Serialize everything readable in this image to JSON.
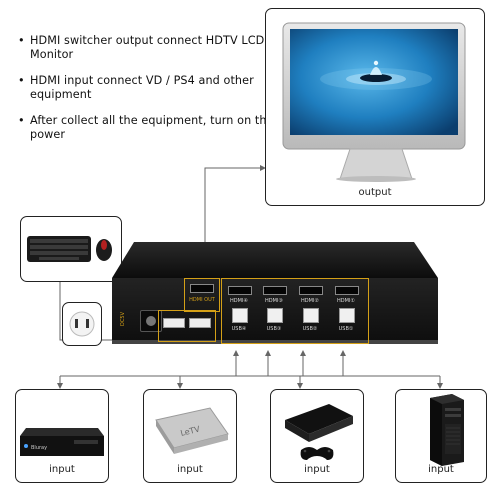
{
  "bullets": [
    "HDMI switcher output connect HDTV LCD Monitor",
    "HDMI input connect VD / PS4 and other equipment",
    "After collect all the equipment, turn on the power"
  ],
  "monitor": {
    "caption": "output"
  },
  "switcher": {
    "hdmi_out_label": "HDMI OUT",
    "hdmi_ports": [
      "HDMI④",
      "HDMI③",
      "HDMI②",
      "HDMI①"
    ],
    "usb_ports": [
      "USB④",
      "USB③",
      "USB②",
      "USB①"
    ],
    "dc_label": "DC5V"
  },
  "inputs": [
    {
      "caption": "input",
      "device": "blu-ray-player"
    },
    {
      "caption": "input",
      "device": "tv-box"
    },
    {
      "caption": "input",
      "device": "ps3-console"
    },
    {
      "caption": "input",
      "device": "pc-tower"
    }
  ],
  "blu_ray_brand": "Bluray",
  "tv_box_brand": "LeTV",
  "colors": {
    "accent": "#d4a017",
    "switcher_body": "#161616",
    "connector": "#666666",
    "screen_blue": "#1f7fc0"
  }
}
